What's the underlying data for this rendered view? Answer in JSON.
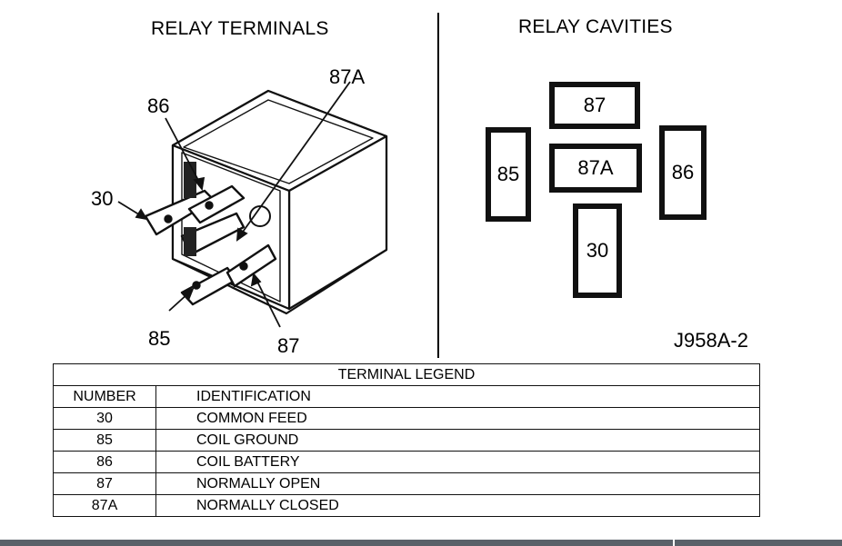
{
  "left_title": "RELAY TERMINALS",
  "right_title": "RELAY CAVITIES",
  "terminal_labels": {
    "t86": "86",
    "t87a": "87A",
    "t30": "30",
    "t85": "85",
    "t87": "87"
  },
  "cavities": {
    "c87": "87",
    "c85": "85",
    "c87a": "87A",
    "c86": "86",
    "c30": "30"
  },
  "figure_id": "J958A-2",
  "legend": {
    "title": "TERMINAL LEGEND",
    "col_number": "NUMBER",
    "col_ident": "IDENTIFICATION",
    "rows": [
      {
        "number": "30",
        "ident": "COMMON FEED"
      },
      {
        "number": "85",
        "ident": "COIL GROUND"
      },
      {
        "number": "86",
        "ident": "COIL BATTERY"
      },
      {
        "number": "87",
        "ident": "NORMALLY OPEN"
      },
      {
        "number": "87A",
        "ident": "NORMALLY CLOSED"
      }
    ]
  }
}
